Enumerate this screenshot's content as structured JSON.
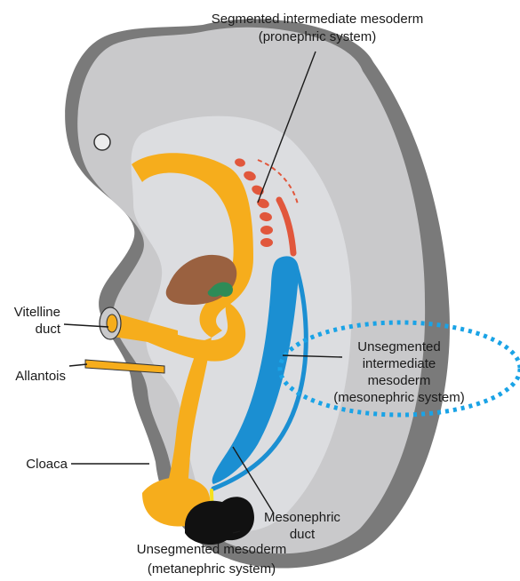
{
  "labels": {
    "segmented_line1": "Segmented intermediate mesoderm",
    "segmented_line2": "(pronephric system)",
    "vitelline_line1": "Vitelline",
    "vitelline_line2": "duct",
    "allantois": "Allantois",
    "cloaca": "Cloaca",
    "unsegmented_intermediate_line1": "Unsegmented",
    "unsegmented_intermediate_line2": "intermediate",
    "unsegmented_intermediate_line3": "mesoderm",
    "unsegmented_intermediate_line4": "(mesonephric system)",
    "mesonephric_duct_line1": "Mesonephric",
    "mesonephric_duct_line2": "duct",
    "unsegmented_mesoderm_line1": "Unsegmented mesoderm",
    "unsegmented_mesoderm_line2": "(metanephric system)"
  },
  "colors": {
    "embryo_outer": "#7a7a7a",
    "embryo_body": "#c9c9cb",
    "embryo_inner": "#dcdde0",
    "gut_yellow": "#f6ad1c",
    "pronephros_red": "#e1573c",
    "mesonephric_blue": "#1b8fd2",
    "liver_brown": "#9a6140",
    "pancreas_green": "#2e8b57",
    "metanephric_black": "#111111",
    "highlight_ellipse": "#1aa3e6"
  }
}
